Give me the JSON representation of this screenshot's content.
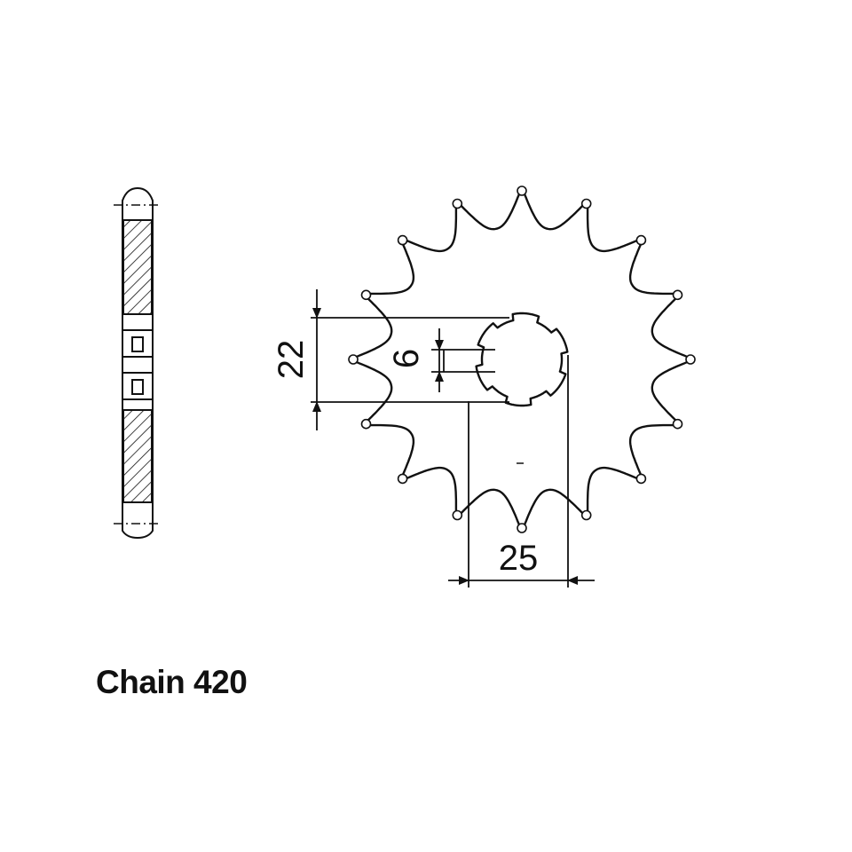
{
  "dimensions": {
    "bore_diameter": "22",
    "key_width": "6",
    "spline_diameter": "25"
  },
  "caption": {
    "label": "Chain 420"
  },
  "sprocket": {
    "teeth": 16,
    "splines": 6
  },
  "colors": {
    "line": "#111111",
    "background": "#ffffff"
  }
}
